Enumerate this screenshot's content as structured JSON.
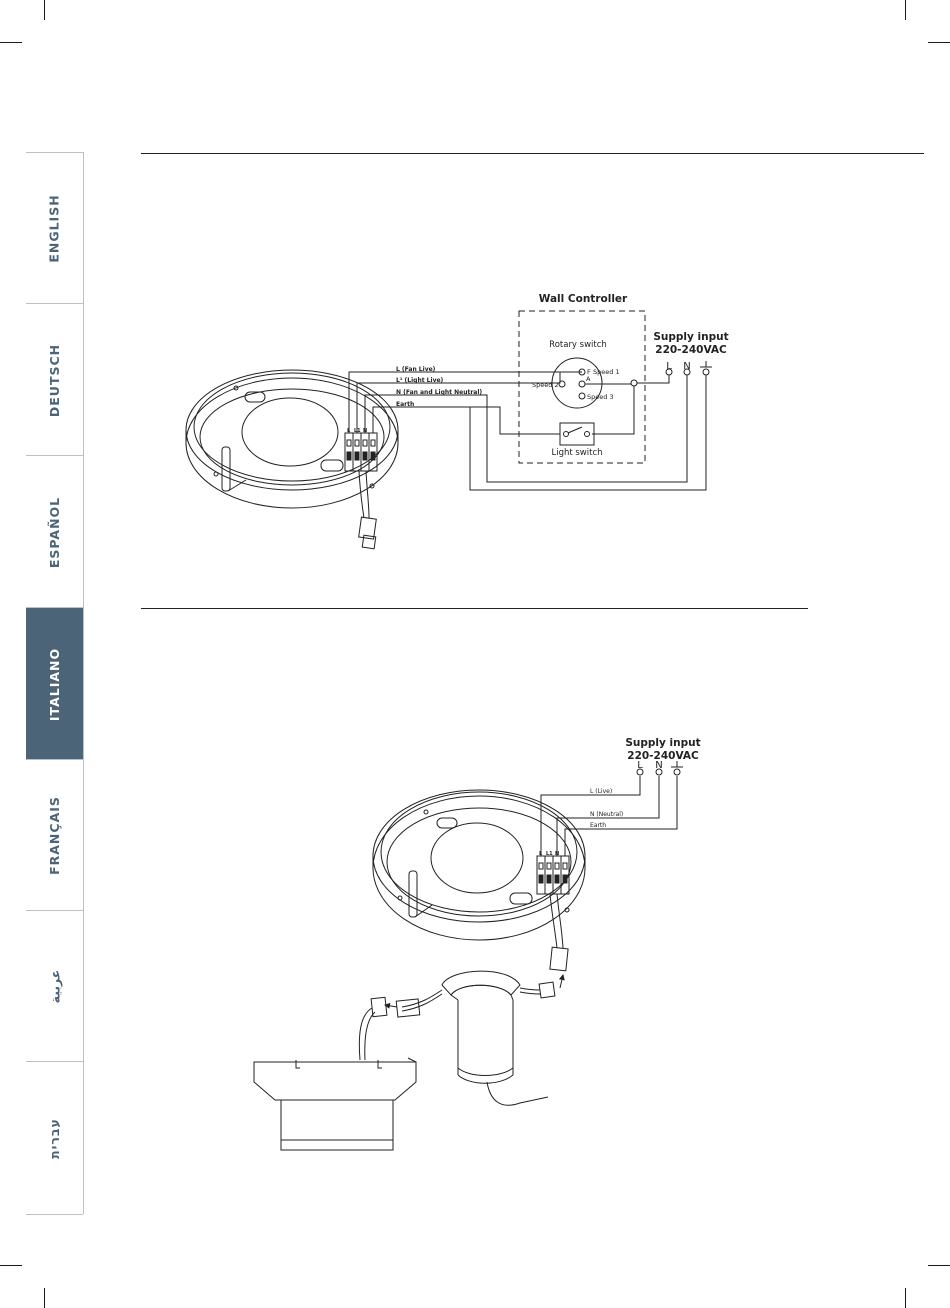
{
  "language_tabs": [
    "ENGLISH",
    "DEUTSCH",
    "ESPAÑOL",
    "ITALIANO",
    "FRANÇAIS",
    "عربية",
    "עברית"
  ],
  "active_tab": "ITALIANO",
  "diagram1": {
    "wall_controller": "Wall Controller",
    "rotary_switch": "Rotary switch",
    "supply_input": "Supply input",
    "voltage": "220-240VAC",
    "terminal_l": "L",
    "terminal_n": "N",
    "speed1": "Speed 1",
    "speed2": "Speed 2",
    "speed3": "Speed 3",
    "contact_f": "F",
    "contact_a": "A",
    "light_switch": "Light switch",
    "wire_fan_live": "L (Fan Live)",
    "wire_light_live": "L¹ (Light Live)",
    "wire_neutral": "N (Fan and Light Neutral)",
    "wire_earth": "Earth",
    "block_l": "L",
    "block_l1": "L1",
    "block_n": "N"
  },
  "diagram2": {
    "supply_input": "Supply input",
    "voltage": "220-240VAC",
    "terminal_l": "L",
    "terminal_n": "N",
    "wire_live": "L (Live)",
    "wire_neutral": "N (Neutral)",
    "wire_earth": "Earth",
    "block_l": "L",
    "block_l1": "L1",
    "block_n": "N"
  }
}
